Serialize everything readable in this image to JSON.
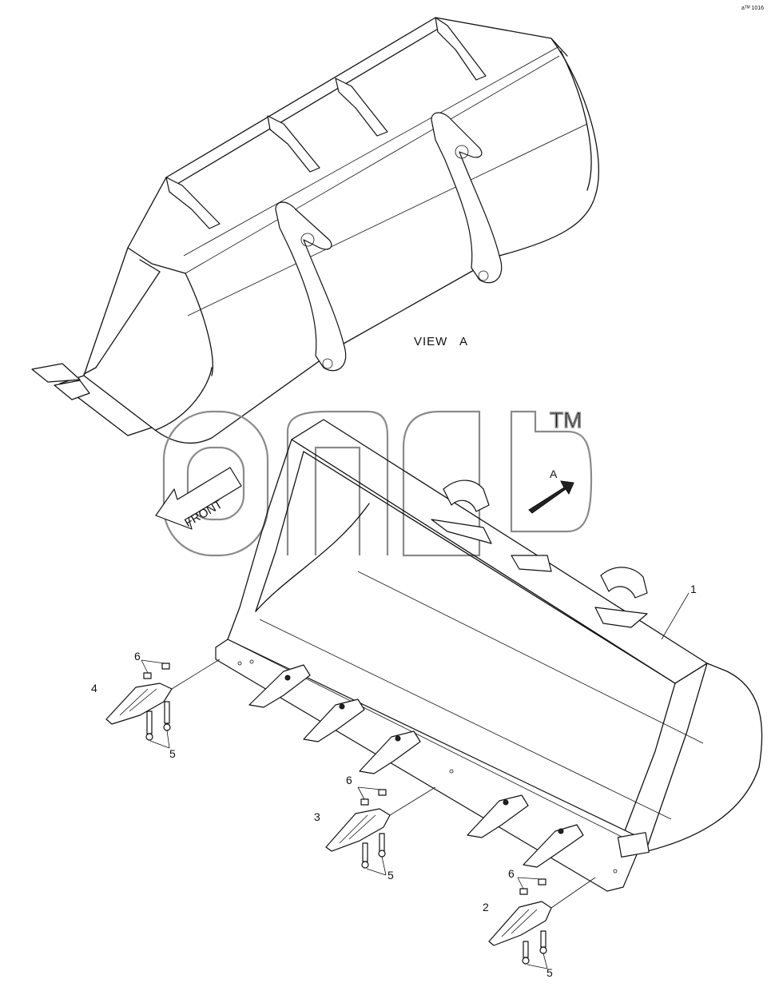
{
  "corner_mark": "aᵀᴹ 1016",
  "watermark": {
    "text": "amb",
    "tm": "TM"
  },
  "view_label": {
    "word": "VIEW",
    "letter": "A"
  },
  "front_arrow": {
    "text": "FRONT"
  },
  "view_arrow": {
    "letter": "A"
  },
  "callouts": {
    "bucket": "1",
    "tooth_right": "2",
    "tooth_middle": "3",
    "tooth_left": "4",
    "bolts_left": "5",
    "bolts_middle": "5",
    "bolts_right": "5",
    "nuts_left": "6",
    "nuts_middle": "6",
    "nuts_right": "6"
  }
}
